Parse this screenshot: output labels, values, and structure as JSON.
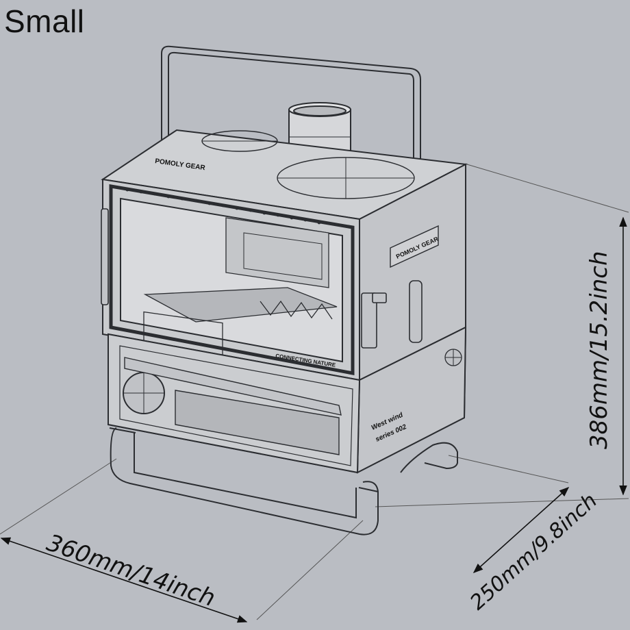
{
  "title": "Small",
  "dimensions": {
    "width": "360mm/14inch",
    "depth": "250mm/9.8inch",
    "height": "386mm/15.2inch"
  },
  "product_markings": {
    "top_brand": "POMOLY GEAR",
    "side_brand": "POMOLY GEAR",
    "front_tagline": "CONNECTING NATURE",
    "base_text_line1": "West wind",
    "base_text_line2": "series 002"
  },
  "colors": {
    "background": "#babdc3",
    "stove_body": "#cbcdd0",
    "stove_edge": "#2b2d31"
  }
}
